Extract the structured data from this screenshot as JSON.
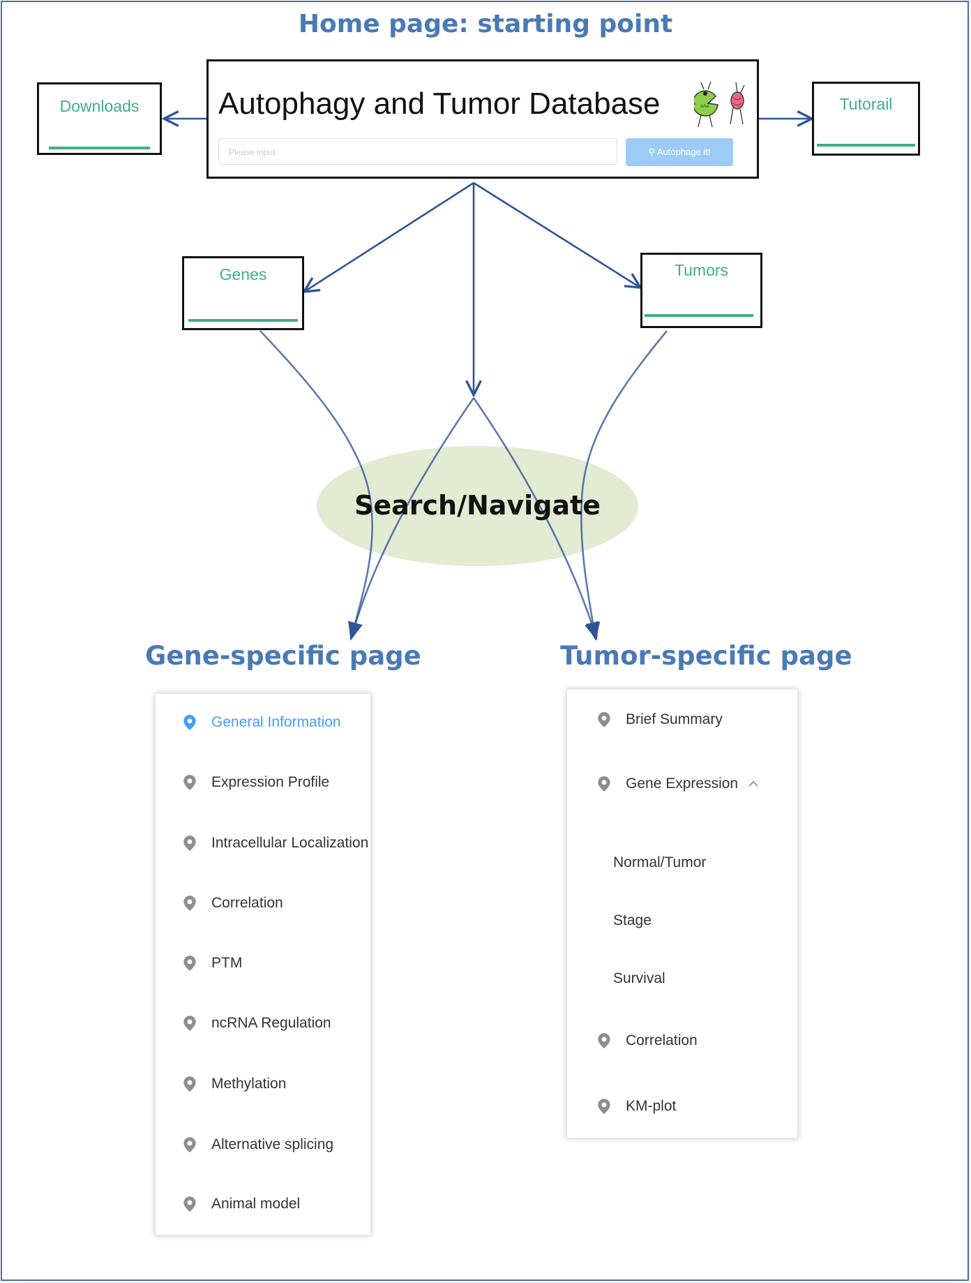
{
  "headings": {
    "home": "Home page:  starting point",
    "gene_page": "Gene-specific page",
    "tumor_page": "Tumor-specific page"
  },
  "home": {
    "title": "Autophagy and  Tumor  Database",
    "search_placeholder": "Please input",
    "search_button": "Autophage it!"
  },
  "tabs": {
    "downloads": "Downloads",
    "tutorial": "Tutorail",
    "genes": "Genes",
    "tumors": "Tumors"
  },
  "center": {
    "label": "Search/Navigate"
  },
  "gene_menu": {
    "items": [
      "General Information",
      "Expression Profile",
      "Intracellular Localization",
      "Correlation",
      "PTM",
      "ncRNA Regulation",
      "Methylation",
      "Alternative splicing",
      "Animal model"
    ]
  },
  "tumor_menu": {
    "items": [
      "Brief Summary",
      "Gene Expression",
      "Correlation",
      "KM-plot"
    ],
    "subitems": [
      "Normal/Tumor",
      "Stage",
      "Survival"
    ]
  },
  "colors": {
    "heading": "#4a7ab5",
    "tab_green": "#3fae8e",
    "arrow": "#2f5597",
    "active_item": "#409eff",
    "ellipse": "#e3ebd3"
  }
}
